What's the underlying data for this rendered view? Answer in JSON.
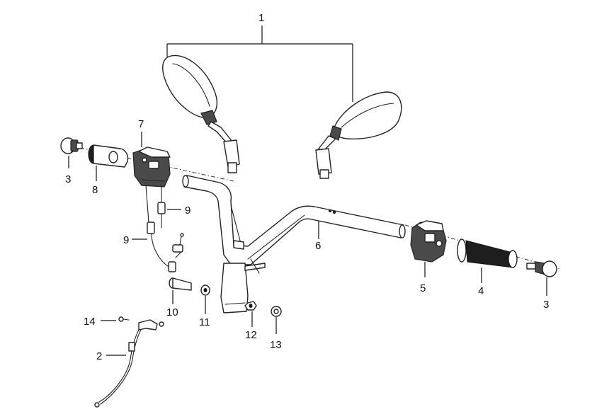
{
  "callouts": {
    "c1": "1",
    "c2": "2",
    "c3a": "3",
    "c3b": "3",
    "c4": "4",
    "c5": "5",
    "c6": "6",
    "c7": "7",
    "c8": "8",
    "c9a": "9",
    "c9b": "9",
    "c10": "10",
    "c11": "11",
    "c12": "12",
    "c13": "13",
    "c14": "14"
  }
}
